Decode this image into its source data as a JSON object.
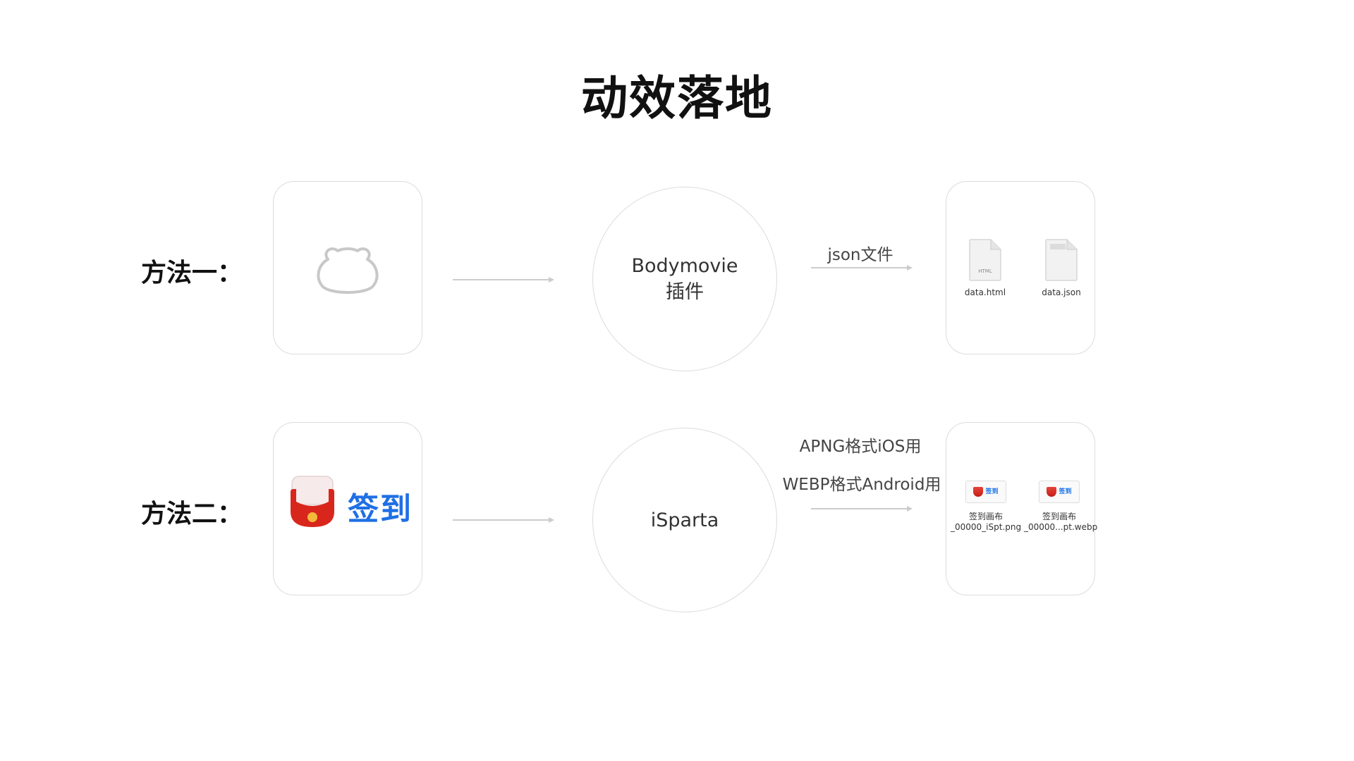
{
  "title": "动效落地",
  "method1": {
    "label": "方法一：",
    "tool_line1": "Bodymovie",
    "tool_line2": "插件",
    "arrow_caption": "json文件",
    "files": [
      {
        "name": "data.html",
        "icon": "html-file-icon",
        "badge": "HTML"
      },
      {
        "name": "data.json",
        "icon": "json-file-icon"
      }
    ]
  },
  "method2": {
    "label": "方法二：",
    "app_text": "签到",
    "tool": "iSparta",
    "arrow_caption_1": "APNG格式iOS用",
    "arrow_caption_2": "WEBP格式Android用",
    "files": [
      {
        "name_line1": "签到画布",
        "name_line2": "_00000_iSpt.png",
        "thumb_text": "签到"
      },
      {
        "name_line1": "签到画布",
        "name_line2": "_00000...pt.webp",
        "thumb_text": "签到"
      }
    ]
  },
  "colors": {
    "border": "#dcdcdc",
    "arrow": "#cccccc",
    "accent_blue": "#1f6fe5",
    "bag_red": "#d9261c"
  }
}
